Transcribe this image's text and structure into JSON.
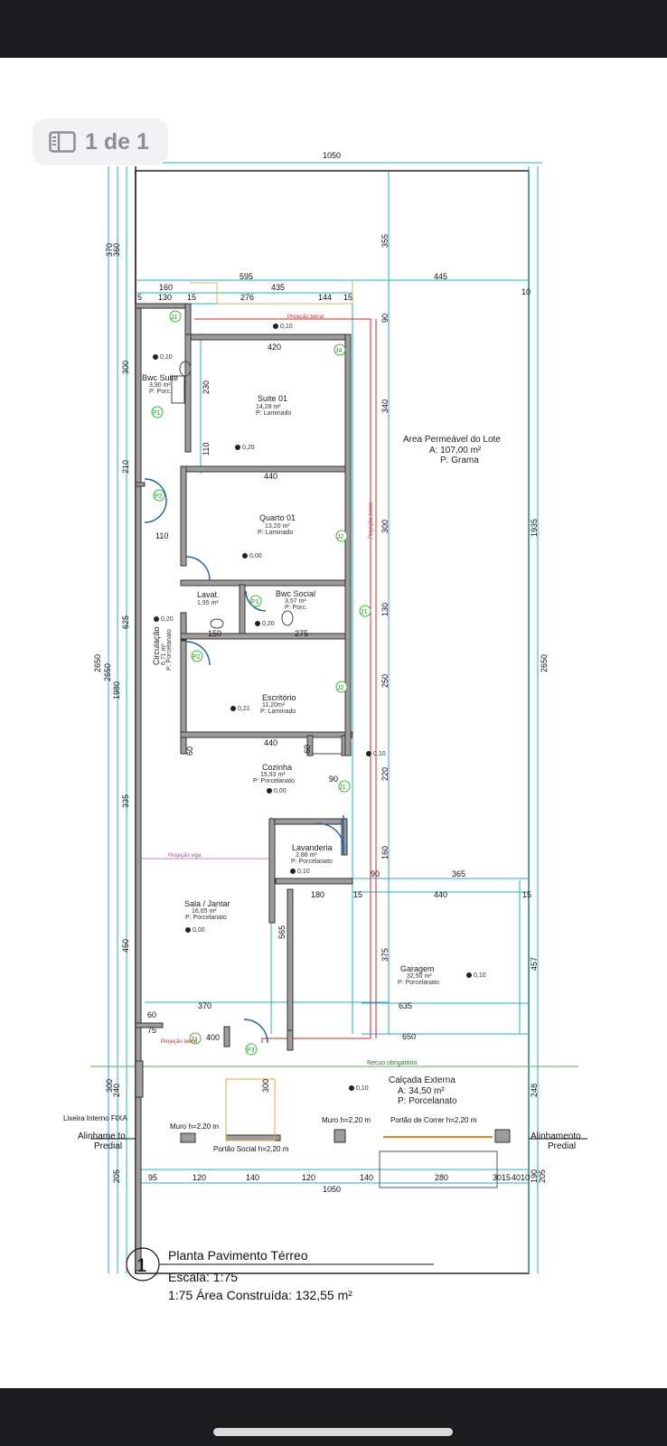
{
  "viewer": {
    "page_indicator": "1 de 1",
    "page_icon": "sidebar-icon"
  },
  "plan": {
    "title": "Planta Pavimento Térreo",
    "marker": "1",
    "scale": "Escala: 1:75",
    "area_line": "1:75 Área Construída: 132,55 m²",
    "rooms": {
      "bwc_suite": {
        "name": "Bwc Suite",
        "area": "3,90 m²",
        "floor": "P: Porc."
      },
      "suite01": {
        "name": "Suite 01",
        "area": "14,28 m²",
        "floor": "P: Laminado"
      },
      "quarto01": {
        "name": "Quarto 01",
        "area": "13,20 m²",
        "floor": "P: Laminado"
      },
      "lavat": {
        "name": "Lavat.",
        "area": "1,95 m²"
      },
      "bwc_social": {
        "name": "Bwc Social",
        "area": "3,57 m²",
        "floor": "P: Porc."
      },
      "circulacao": {
        "name": "Circulação",
        "area": "6,71 m²",
        "floor": "P: Porcelanato"
      },
      "escritorio": {
        "name": "Escritório",
        "area": "11,20m²",
        "floor": "P: Laminado"
      },
      "cozinha": {
        "name": "Cozinha",
        "area": "15,93 m²",
        "floor": "P: Porcelanato"
      },
      "lavanderia": {
        "name": "Lavanderia",
        "area": "2,88 m²",
        "floor": "P: Porcelanato"
      },
      "sala": {
        "name": "Sala / Jantar",
        "area": "16,65 m²",
        "floor": "P: Porcelanato"
      },
      "garagem": {
        "name": "Garagem",
        "area": "32,50 m²",
        "floor": "P: Porcelanato"
      },
      "permeavel": {
        "name": "Area Permeável do Lote",
        "area": "A:  107,00  m²",
        "floor": "P:  Grama"
      },
      "calcada": {
        "name": "Calçada Externa",
        "area": "A:  34,50  m²",
        "floor": "P:  Porcelanato"
      }
    },
    "notes": {
      "projecao_beiral": "Projeção beiral",
      "projecao_viga": "Projeção viga",
      "recuo": "Recuo obrigatório",
      "lixeira": "Lixeira Interno FIXA",
      "alinhamento": "Alinhame to",
      "alinhamento_right": "Alinhamento",
      "predial": "Predial",
      "muro_left": "Muro h=2,20 m",
      "muro_mid": "Muro h=2,20 m",
      "portao_correr": "Portão de Correr h=2,20 m",
      "portao_social": "Portão Social h=2,20 m"
    },
    "level_marks": {
      "m010": "0,10",
      "m020": "0,20",
      "m021": "0,21",
      "m000": "0,00"
    },
    "tags": [
      "J1",
      "P1",
      "P2",
      "J4",
      "J2",
      "P3",
      "J3"
    ],
    "dims": {
      "top_total": "1050",
      "bottom_total": "1050",
      "d595": "595",
      "d445": "445",
      "d160": "160",
      "d435": "435",
      "d5": "5",
      "d130": "130",
      "d15": "15",
      "d276": "276",
      "d144": "144",
      "d420": "420",
      "d440": "440",
      "d110": "110",
      "d230": "230",
      "d150": "150",
      "d275": "275",
      "d90": "90",
      "d60": "60",
      "d180": "180",
      "d365": "365",
      "d635": "635",
      "d650": "650",
      "d370": "370",
      "d400": "400",
      "d75": "75",
      "d10": "10",
      "d355": "355",
      "d340": "340",
      "d300": "300",
      "d250": "250",
      "d220": "220",
      "d160v": "160",
      "d375": "375",
      "d457": "457",
      "d248": "248",
      "d1935": "1935",
      "d2650": "2650",
      "d1980": "1980",
      "d625": "625",
      "d335": "335",
      "d450": "450",
      "d565": "565",
      "d210": "210",
      "d360": "360",
      "d240": "240",
      "d205": "205",
      "d190": "190",
      "b95": "95",
      "b120": "120",
      "b140": "140",
      "b280": "280",
      "b3015": "3015",
      "b4010": "4010"
    }
  }
}
